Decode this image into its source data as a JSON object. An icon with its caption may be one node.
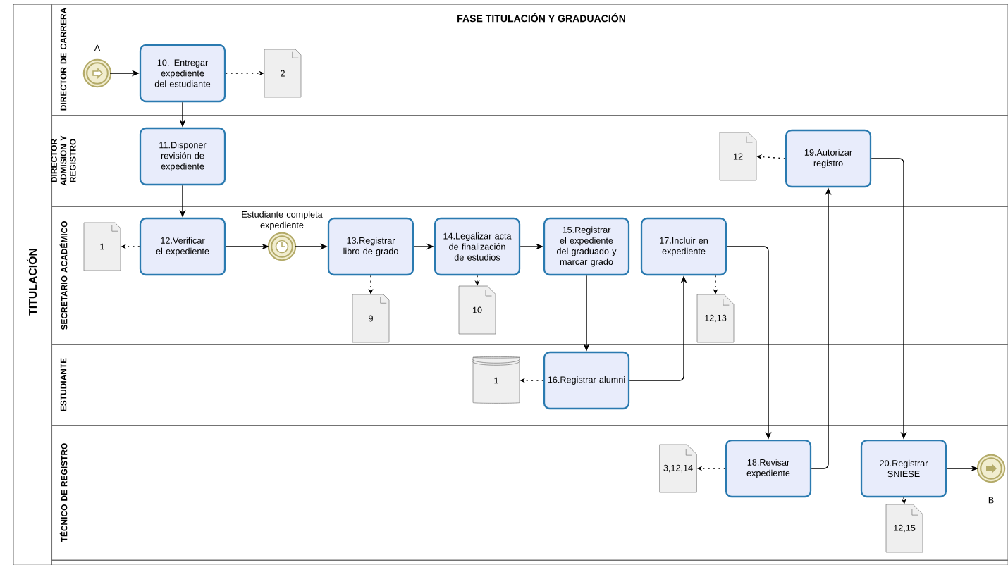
{
  "diagram": {
    "title": "FASE TITULACIÓN Y GRADUACIÓN",
    "nodes": [
      {
        "text": [
          "TITULACIÓN"
        ]
      },
      {
        "text": [
          "DIRECTOR DE CARRERA"
        ],
        "in": 0
      },
      {
        "text": [
          "DIRECTOR ADMISION Y REGISTRO"
        ],
        "in": 0
      },
      {
        "text": [
          "SECRETARIO ACADÉMICO"
        ],
        "in": 0
      },
      {
        "text": [
          "ESTUDIANTE"
        ],
        "in": 0
      },
      {
        "text": [
          "TÉCNICO DE REGISTRO"
        ],
        "in": 0
      },
      {
        "text": [],
        "shape": "circle",
        "beside": [
          "A"
        ],
        "in": 1
      },
      {
        "text": [
          "10. Entregar expediente del estudiante"
        ],
        "in": 1
      },
      {
        "text": [
          "2"
        ],
        "in": 1
      },
      {
        "text": [
          "11.Disponer revisión de expediente"
        ],
        "in": 2
      },
      {
        "text": [
          "12"
        ],
        "in": 2
      },
      {
        "text": [
          "19.Autorizar registro"
        ],
        "in": 2
      },
      {
        "text": [
          "1"
        ],
        "in": 3
      },
      {
        "text": [
          "12.Verificar el expediente"
        ],
        "in": 3
      },
      {
        "text": [],
        "shape": "circle",
        "beside": [
          "Estudiante completa expediente"
        ],
        "in": 3
      },
      {
        "text": [
          "13.Registrar libro de grado"
        ],
        "in": 3
      },
      {
        "text": [
          "9"
        ],
        "in": 3
      },
      {
        "text": [
          "14.Legalizar acta de finalización de estudios"
        ],
        "in": 3
      },
      {
        "text": [
          "10"
        ],
        "in": 3
      },
      {
        "text": [
          "15.Registrar el expediente del graduado y marcar grado"
        ],
        "in": 3
      },
      {
        "text": [
          "17.Incluir en expediente"
        ],
        "in": 3
      },
      {
        "text": [
          "12,13"
        ],
        "in": 3
      },
      {
        "text": [
          "1"
        ],
        "in": 4
      },
      {
        "text": [
          "16.Registrar alumni"
        ],
        "in": 4
      },
      {
        "text": [
          "3,12,14"
        ],
        "in": 5
      },
      {
        "text": [
          "18.Revisar expediente"
        ],
        "in": 5
      },
      {
        "text": [
          "20.Registrar SNIESE"
        ],
        "in": 5
      },
      {
        "text": [
          "12,15"
        ],
        "in": 5
      },
      {
        "text": [],
        "shape": "circle",
        "beside": [
          "B"
        ],
        "in": 5
      }
    ],
    "edges": [
      {
        "from": 6,
        "to": 7,
        "arrow": "to"
      },
      {
        "from": 7,
        "to": 8,
        "arrow": "to",
        "style": "dashed"
      },
      {
        "from": 7,
        "to": 9,
        "arrow": "to"
      },
      {
        "from": 9,
        "to": 13,
        "arrow": "to"
      },
      {
        "from": 13,
        "to": 12,
        "arrow": "to",
        "style": "dashed"
      },
      {
        "from": 13,
        "to": 14,
        "arrow": "to"
      },
      {
        "from": 14,
        "to": 15,
        "arrow": "to"
      },
      {
        "from": 15,
        "to": 16,
        "arrow": "to",
        "style": "dashed"
      },
      {
        "from": 15,
        "to": 17,
        "arrow": "to"
      },
      {
        "from": 17,
        "to": 18,
        "arrow": "to",
        "style": "dashed"
      },
      {
        "from": 17,
        "to": 19,
        "arrow": "to"
      },
      {
        "from": 19,
        "to": 23,
        "arrow": "to"
      },
      {
        "from": 23,
        "to": 22,
        "arrow": "to",
        "style": "dashed"
      },
      {
        "from": 23,
        "to": 20,
        "arrow": "to"
      },
      {
        "from": 20,
        "to": 21,
        "arrow": "to",
        "style": "dashed"
      },
      {
        "from": 20,
        "to": 25,
        "arrow": "to"
      },
      {
        "from": 25,
        "to": 24,
        "arrow": "to",
        "style": "dashed"
      },
      {
        "from": 25,
        "to": 11,
        "arrow": "to"
      },
      {
        "from": 11,
        "to": 10,
        "arrow": "to",
        "style": "dashed"
      },
      {
        "from": 11,
        "to": 26,
        "arrow": "to"
      },
      {
        "from": 26,
        "to": 27,
        "arrow": "to",
        "style": "dashed"
      },
      {
        "from": 26,
        "to": 28,
        "arrow": "to"
      }
    ]
  }
}
